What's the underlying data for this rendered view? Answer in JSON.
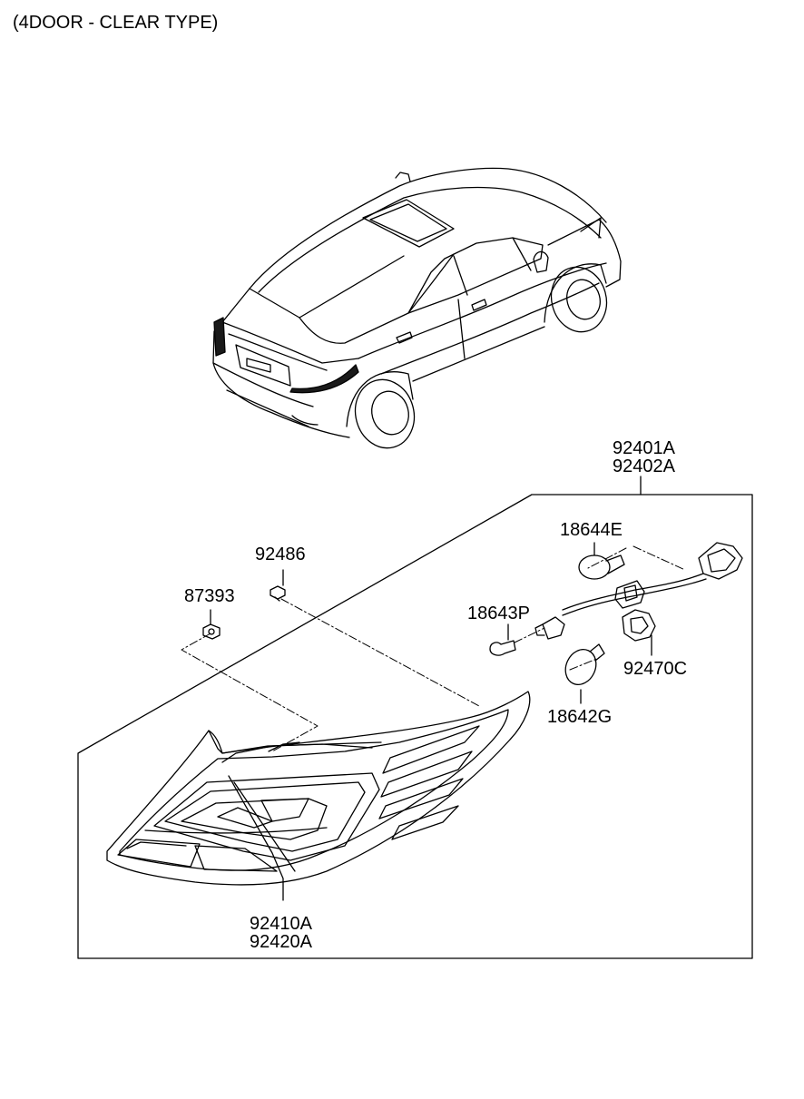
{
  "title": "(4DOOR - CLEAR TYPE)",
  "parts": {
    "assembly_code_1": "92401A",
    "assembly_code_2": "92402A",
    "bulb_stop_tail": "18644E",
    "bulb_side_marker": "18643P",
    "socket_wiring": "92470C",
    "bulb_turn": "18642G",
    "screw": "92486",
    "nut": "87393",
    "lens_housing_1": "92410A",
    "lens_housing_2": "92420A"
  },
  "colors": {
    "line": "#000000",
    "shade": "#1a1a1a",
    "background": "#ffffff"
  }
}
